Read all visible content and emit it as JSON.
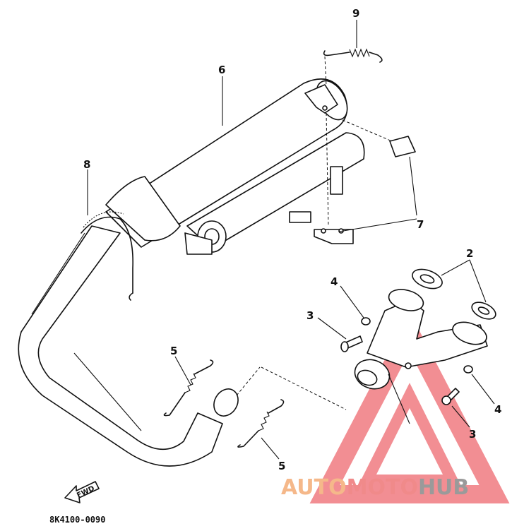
{
  "diagram": {
    "callouts": {
      "c9": "9",
      "c6": "6",
      "c8": "8",
      "c7": "7",
      "c2": "2",
      "c4a": "4",
      "c3a": "3",
      "c5a": "5",
      "c5b": "5",
      "c4b": "4",
      "c3b": "3"
    },
    "fwd_label": "FWD",
    "diagram_code": "8K4100-0090"
  },
  "watermark": {
    "part1": "AUTO",
    "part2": "MOTO",
    "part3": "HUB",
    "colors": {
      "auto": "#f5b88a",
      "moto": "#f08a8a",
      "hub": "#9a9a9a",
      "triangle": "#e8323c"
    }
  }
}
